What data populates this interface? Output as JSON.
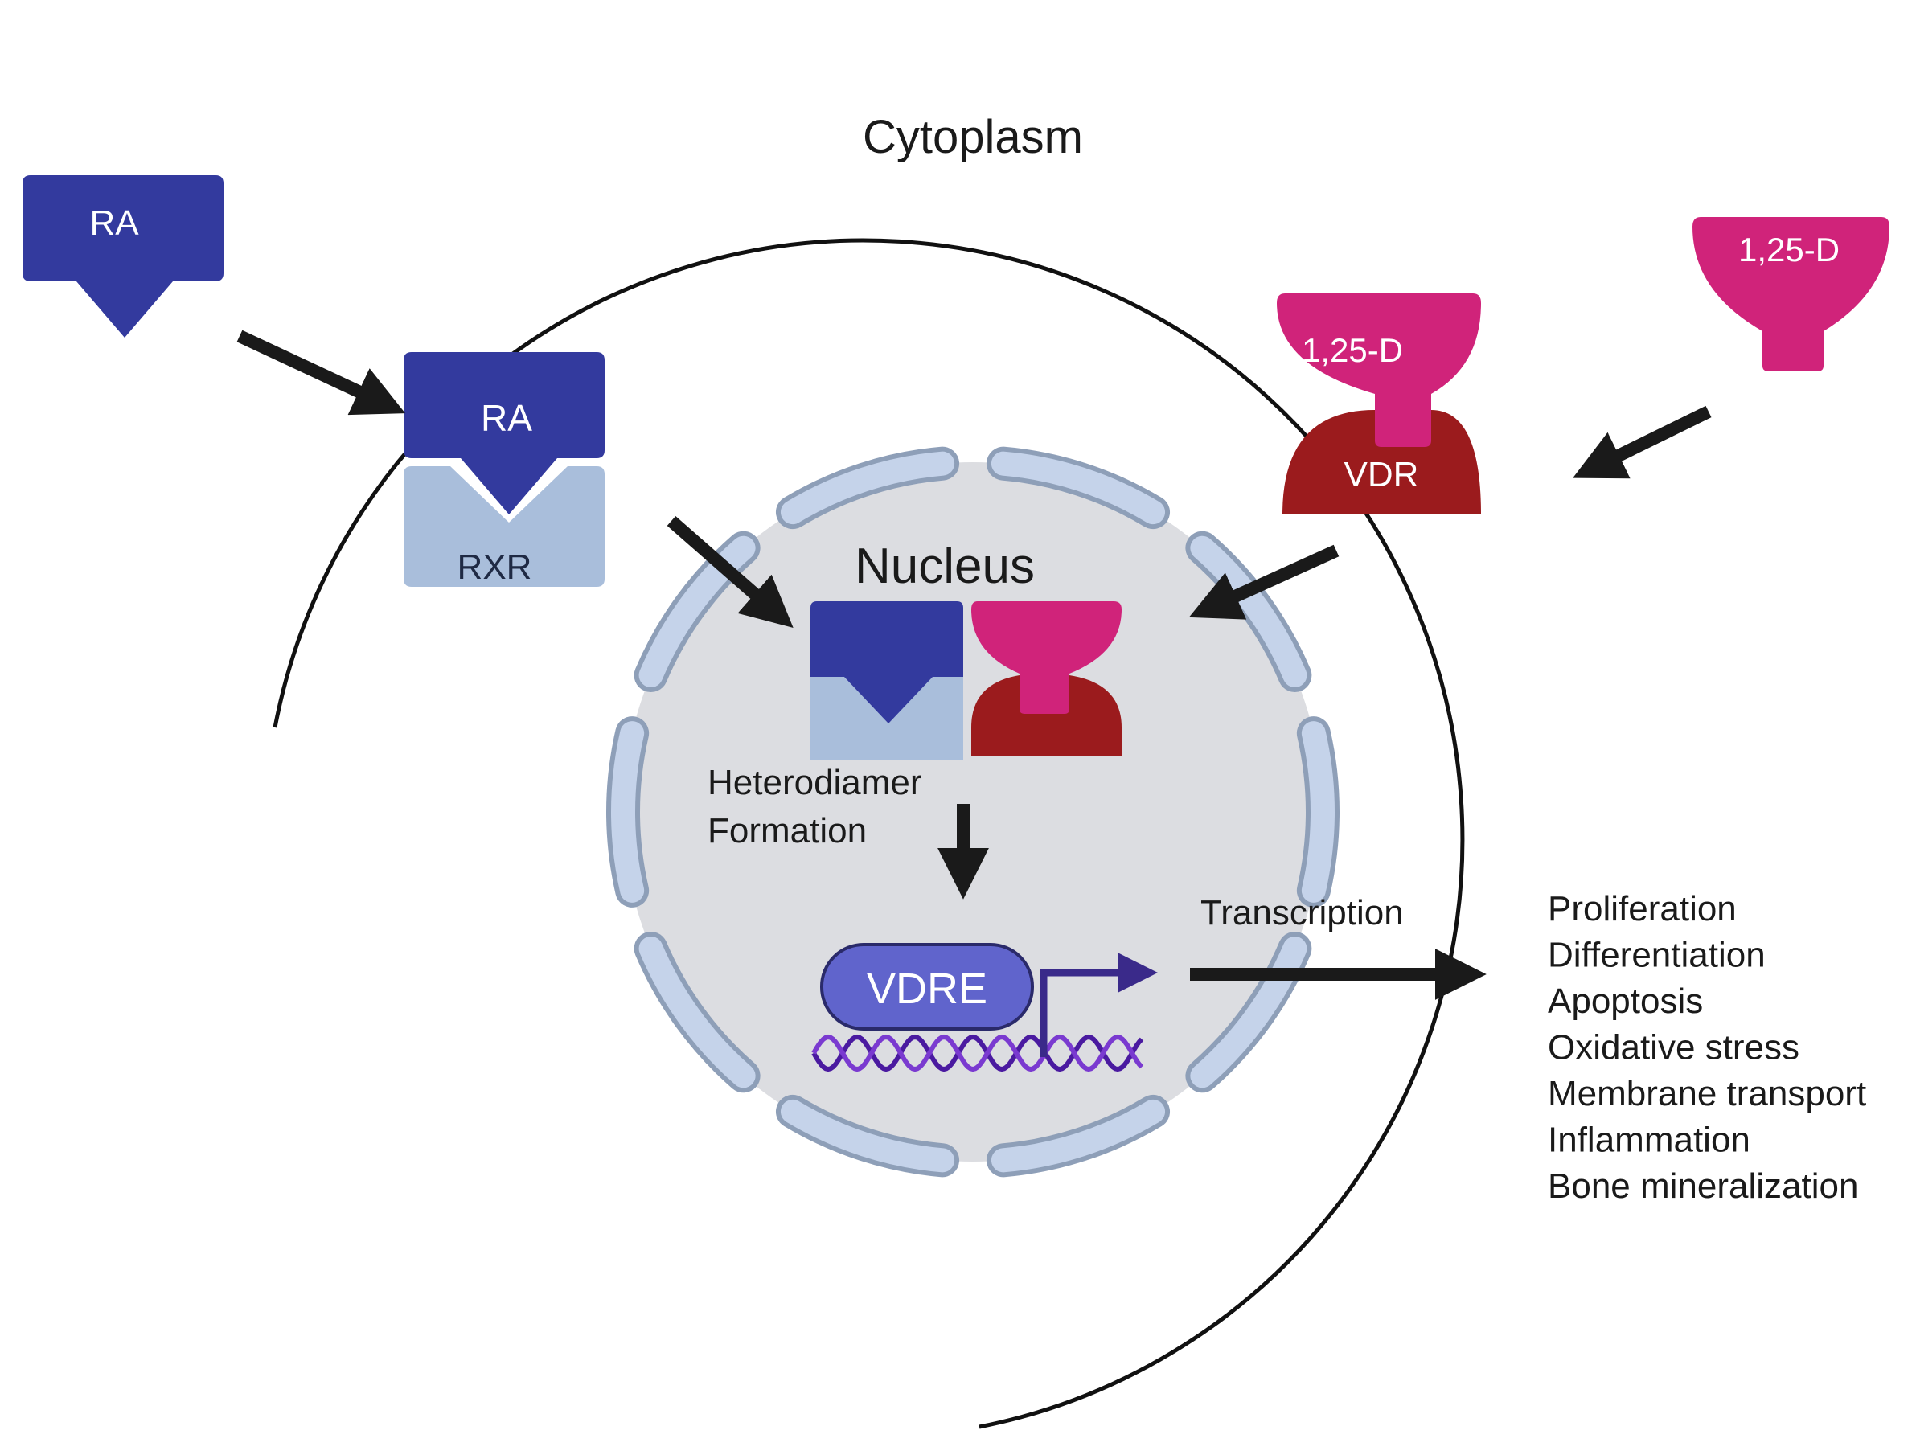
{
  "labels": {
    "cytoplasm": "Cytoplasm",
    "nucleus": "Nucleus",
    "ra_outside": "RA",
    "ra_complex": "RA",
    "rxr": "RXR",
    "d_outside": "1,25-D",
    "d_complex": "1,25-D",
    "vdr": "VDR",
    "heterodimer_line1": "Heterodiamer",
    "heterodimer_line2": "Formation",
    "vdre": "VDRE",
    "transcription": "Transcription"
  },
  "effects": [
    "Proliferation",
    "Differentiation",
    "Apoptosis",
    "Oxidative stress",
    "Membrane transport",
    "Inflammation",
    "Bone mineralization"
  ],
  "colors": {
    "ra_blue": "#333a9e",
    "rxr_lightblue": "#a9bedb",
    "d_magenta": "#d0237a",
    "vdr_darkred": "#9b1b1d",
    "nucleus_fill": "#dcdde1",
    "envelope_fill": "#c5d3ea",
    "envelope_stroke": "#8e9fb8",
    "vdre_fill": "#6064cc",
    "dna_purple": "#4a1aa0",
    "arrow_black": "#1a1a1a"
  }
}
